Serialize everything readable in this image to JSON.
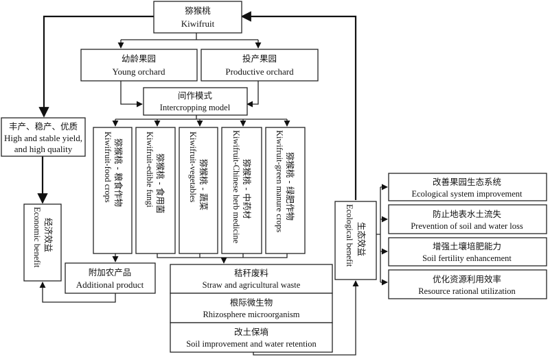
{
  "nodes": {
    "kiwifruit": {
      "zh": "猕猴桃",
      "en": "Kiwifruit"
    },
    "young_orchard": {
      "zh": "幼龄果园",
      "en": "Young orchard"
    },
    "productive_orchard": {
      "zh": "投产果园",
      "en": "Productive orchard"
    },
    "intercropping": {
      "zh": "间作模式",
      "en": "Intercropping model"
    },
    "yield": {
      "zh": "丰产、稳产、优质",
      "en1": "High and stable yield,",
      "en2": "and high quality"
    },
    "economic": {
      "zh": "经济效益",
      "en": "Economic benefit"
    },
    "food_crops": {
      "zh": "猕猴桃 - 粮食作物",
      "en": "Kiwifruit-food crops"
    },
    "edible_fungi": {
      "zh": "猕猴桃 - 食用菌",
      "en": "Kiwifruit-edible fungi"
    },
    "vegetables": {
      "zh": "猕猴桃 - 蔬菜",
      "en": "Kiwifruit-vegetables"
    },
    "herb_medicine": {
      "zh": "猕猴桃 - 中药材",
      "en": "Kiwifruit-Chinese herb medicine"
    },
    "green_manure": {
      "zh": "猕猴桃 - 绿肥作物",
      "en": "Kiwifruit-green manure crops"
    },
    "additional": {
      "zh": "附加农产品",
      "en": "Additional product"
    },
    "straw": {
      "zh": "秸秆废料",
      "en": "Straw and agricultural waste"
    },
    "rhizosphere": {
      "zh": "根际微生物",
      "en": "Rhizosphere microorganism"
    },
    "soil_improve": {
      "zh": "改土保墒",
      "en": "Soil improvement and water retention"
    },
    "ecological": {
      "zh": "生态效益",
      "en": "Ecological benefit"
    },
    "eco_system": {
      "zh": "改善果园生态系统",
      "en": "Ecological system improvement"
    },
    "soil_water": {
      "zh": "防止地表水土流失",
      "en": "Prevention of soil and water loss"
    },
    "fertility": {
      "zh": "增强土壤培肥能力",
      "en": "Soil fertility enhancement"
    },
    "resource": {
      "zh": "优化资源利用效率",
      "en": "Resource rational utilization"
    }
  }
}
